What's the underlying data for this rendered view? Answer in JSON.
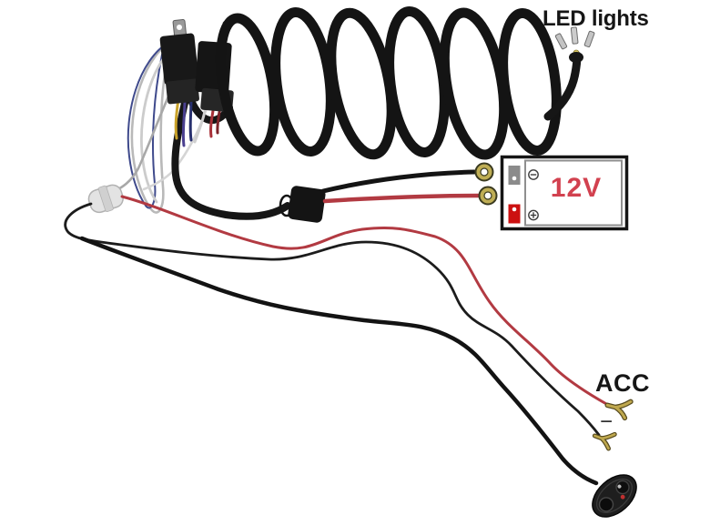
{
  "labels": {
    "led_lights": "LED lights",
    "acc": "ACC",
    "ground_minus": "−",
    "battery_voltage": "12V"
  },
  "battery": {
    "voltage": "12V",
    "negative_symbol": "−",
    "positive_symbol": "+"
  },
  "colors": {
    "background": "#ffffff",
    "cable_black": "#161616",
    "wire_red": "#b23a42",
    "voltage_text_red": "#d2414f",
    "label_text": "#161616",
    "ring_terminal_brass": "#bfae55",
    "spade_connector_silver": "#c4c4c4",
    "battery_positive_terminal_red": "#cc1111",
    "battery_negative_terminal_gray": "#8b8b8b",
    "fuse_holder_white": "#e3e3e3",
    "relay_black": "#181818"
  }
}
